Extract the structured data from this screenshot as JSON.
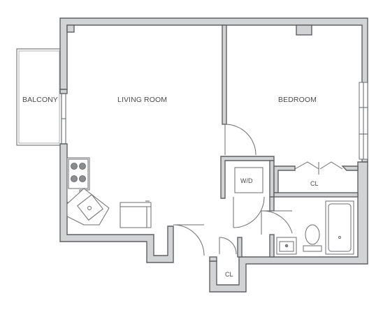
{
  "rooms": {
    "balcony": "BALCONY",
    "living_room": "LIVING ROOM",
    "bedroom": "BEDROOM",
    "washer_dryer": "W/D",
    "closet_bedroom": "CL",
    "closet_entry": "CL"
  },
  "colors": {
    "wall_fill": "#d2d3d5",
    "wall_stroke": "#5e6063",
    "line": "#6c6e71",
    "label": "#4a4c4f"
  }
}
